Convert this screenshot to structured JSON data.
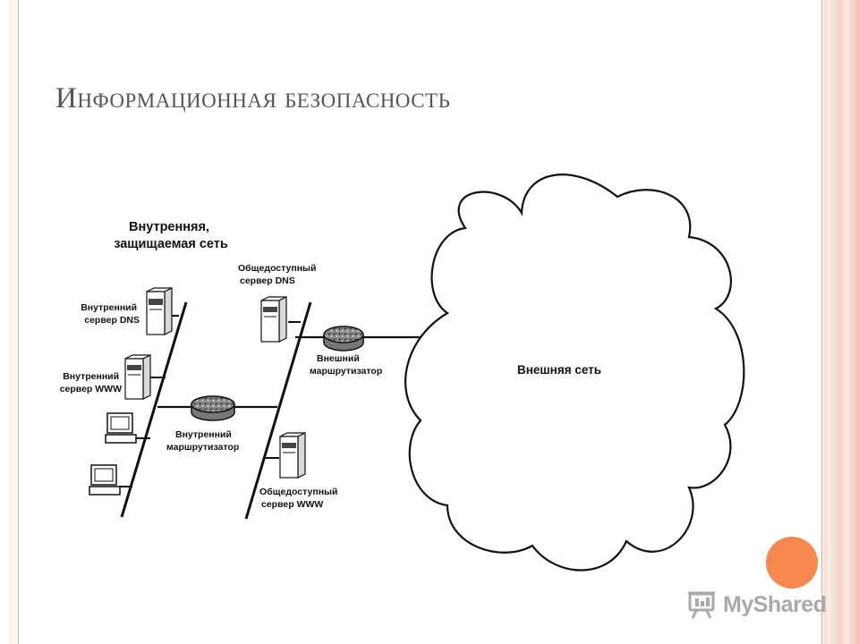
{
  "slide": {
    "title": "Информационная безопасность"
  },
  "diagram": {
    "internal_network_label": [
      "Внутренняя,",
      "защищаемая сеть"
    ],
    "internal_dns_label": [
      "Внутренний",
      "сервер DNS"
    ],
    "internal_www_label": [
      "Внутренний",
      "сервер WWW"
    ],
    "internal_router_label": [
      "Внутренний",
      "маршрутизатор"
    ],
    "public_dns_label": [
      "Общедоступный",
      "сервер DNS"
    ],
    "external_router_label": [
      "Внешний",
      "маршрутизатор"
    ],
    "public_www_label": [
      "Общедоступный",
      "сервер WWW"
    ],
    "external_network_label": "Внешняя сеть"
  },
  "watermark": {
    "text": "MyShared",
    "icon": "presentation-board-icon",
    "accent_color": "#f7884f"
  }
}
